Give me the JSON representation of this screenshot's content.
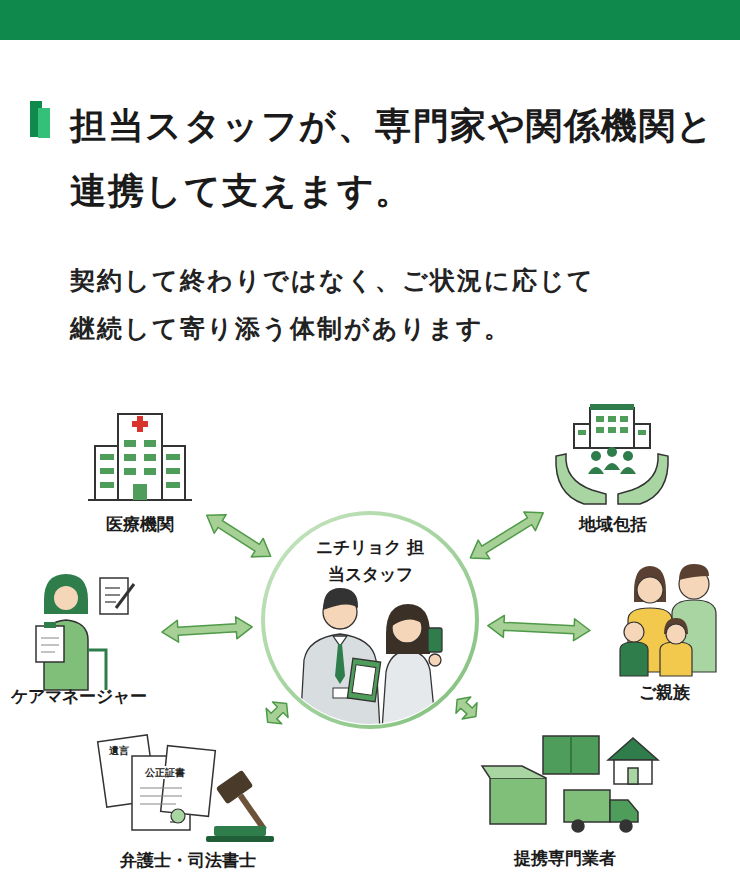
{
  "diagram": {
    "title": "担当スタッフが、専門家や関係機関と連携して支えます。",
    "nodes": [
      {
        "text": [
          "医療機関"
        ]
      },
      {
        "text": [
          "地域包括"
        ]
      },
      {
        "text": [
          "ニチリョク 担当スタッフ"
        ]
      },
      {
        "text": [
          "ケアマネージャー"
        ]
      },
      {
        "text": [
          "ご親族"
        ]
      },
      {
        "text": [
          "弁護士・司法書士"
        ]
      },
      {
        "text": [
          "提携専門業者"
        ]
      }
    ],
    "edges": [
      {
        "from": 2,
        "to": 0,
        "arrow": "both"
      },
      {
        "from": 2,
        "to": 1,
        "arrow": "both"
      },
      {
        "from": 2,
        "to": 3,
        "arrow": "both"
      },
      {
        "from": 2,
        "to": 4,
        "arrow": "both"
      },
      {
        "from": 2,
        "to": 5,
        "arrow": "both"
      },
      {
        "from": 2,
        "to": 6,
        "arrow": "both"
      }
    ],
    "labels": [
      "契約して終わりではなく、ご状況に応じて継続して寄り添う体制があります。",
      "遺言",
      "公正証書"
    ]
  }
}
